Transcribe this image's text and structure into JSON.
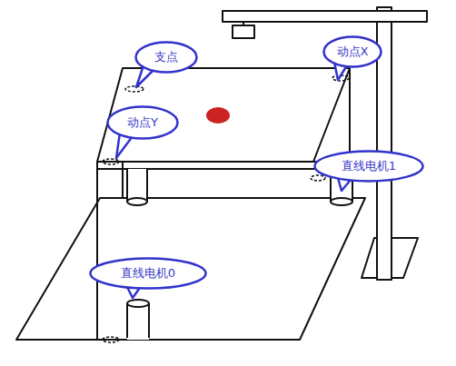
{
  "diagram": {
    "nodes": [
      {
        "text": [
          "支点"
        ]
      },
      {
        "text": [
          "动点X"
        ]
      },
      {
        "text": [
          "动点Y"
        ]
      },
      {
        "text": [
          "直线电机1"
        ]
      },
      {
        "text": [
          "直线电机0"
        ]
      }
    ]
  }
}
